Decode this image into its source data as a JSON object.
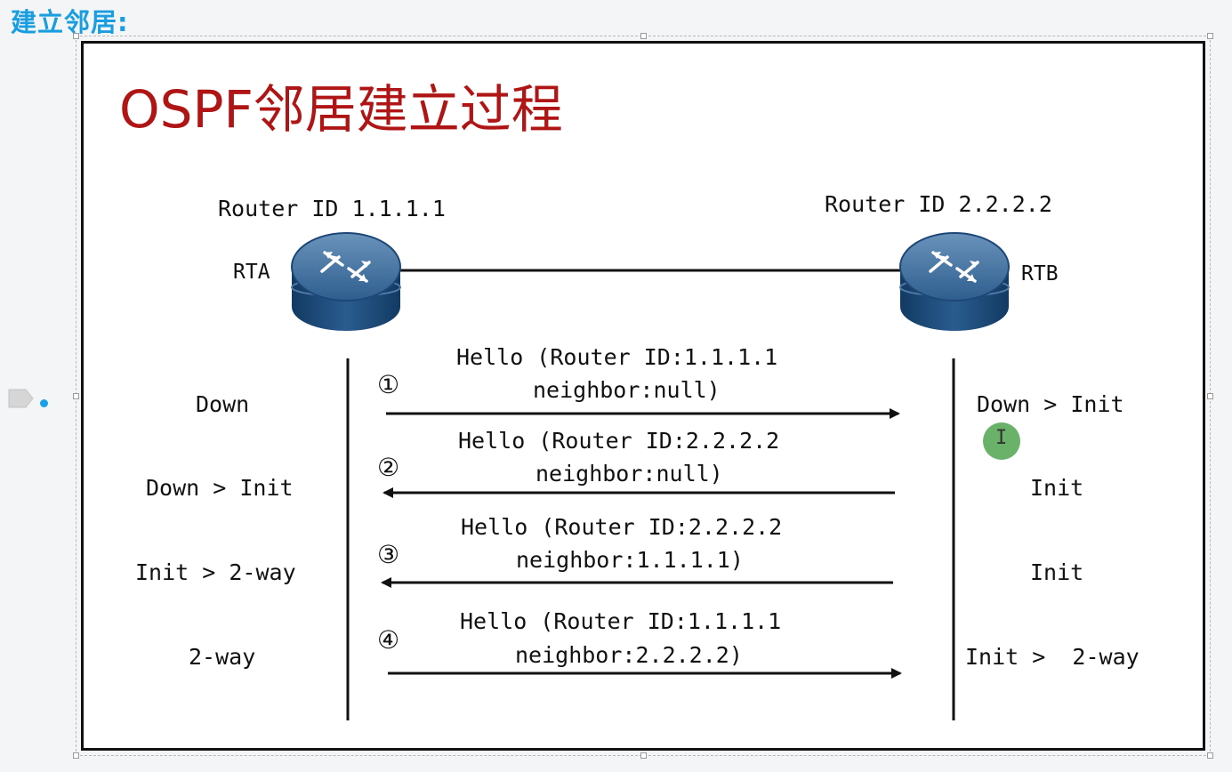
{
  "heading": "建立邻居:",
  "slide": {
    "title": "OSPF邻居建立过程",
    "colors": {
      "title": "#b01515",
      "heading": "#1a9ee0",
      "router_top": "#3f6e9c",
      "router_body": "#1d4f82",
      "cursor": "#5aa85a"
    },
    "router_a": {
      "router_id": "Router ID 1.1.1.1",
      "name": "RTA"
    },
    "router_b": {
      "router_id": "Router ID 2.2.2.2",
      "name": "RTB"
    },
    "steps": [
      {
        "number": "①",
        "line1": "Hello (Router ID:1.1.1.1",
        "line2": "neighbor:null)",
        "direction": "right",
        "rta_state": "Down",
        "rtb_state": "Down > Init"
      },
      {
        "number": "②",
        "line1": "Hello (Router ID:2.2.2.2",
        "line2": "neighbor:null)",
        "direction": "left",
        "rta_state": "Down > Init",
        "rtb_state": "Init"
      },
      {
        "number": "③",
        "line1": "Hello (Router ID:2.2.2.2",
        "line2": "neighbor:1.1.1.1)",
        "direction": "left",
        "rta_state": "Init > 2-way",
        "rtb_state": "Init"
      },
      {
        "number": "④",
        "line1": "Hello (Router ID:1.1.1.1",
        "line2": "neighbor:2.2.2.2)",
        "direction": "right",
        "rta_state": "2-way",
        "rtb_state": "Init >  2-way"
      }
    ]
  },
  "cursor_glyph": "I"
}
